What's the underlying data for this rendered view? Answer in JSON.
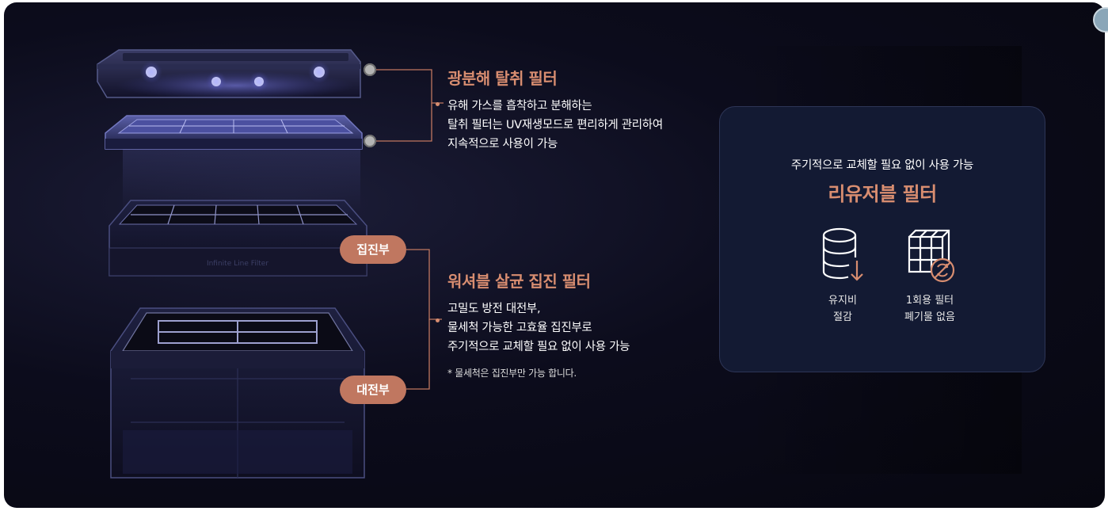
{
  "filter": {
    "body_label": "Infinite Line Filter",
    "tags": {
      "dust_collector": "집진부",
      "charger": "대전부"
    }
  },
  "features": [
    {
      "title": "광분해 탈취 필터",
      "lines": [
        "유해 가스를 흡착하고 분해하는",
        "탈취 필터는 UV재생모드로 편리하게 관리하여",
        "지속적으로 사용이 가능"
      ]
    },
    {
      "title": "워셔블 살균 집진 필터",
      "lines": [
        "고밀도 방전 대전부,",
        "물세척 가능한 고효율 집진부로",
        "주기적으로 교체할 필요 없이 사용 가능"
      ],
      "note": "* 물세척은 집진부만 가능 합니다."
    }
  ],
  "card": {
    "subtitle": "주기적으로 교체할 필요 없이 사용 가능",
    "title": "리유저블 필터",
    "benefits": [
      {
        "icon": "cost-saving-icon",
        "line1": "유지비",
        "line2": "절감"
      },
      {
        "icon": "no-waste-icon",
        "line1": "1회용 필터",
        "line2": "폐기물 없음"
      }
    ]
  },
  "colors": {
    "accent": "#d88d70",
    "pill": "#c07760",
    "card_bg": "#131a33",
    "stage_bg": "#0c0c1c"
  }
}
